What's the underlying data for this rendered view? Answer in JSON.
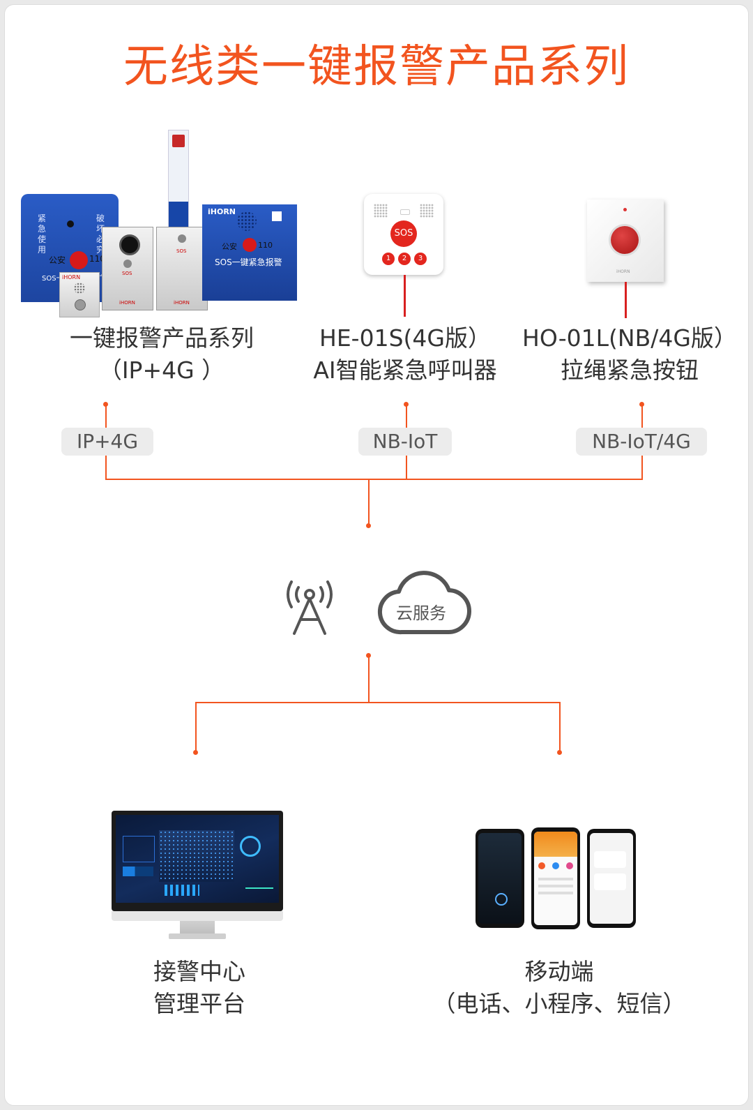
{
  "title": "无线类一键报警产品系列",
  "products": [
    {
      "line1": "一键报警产品系列",
      "line2": "（IP+4G ）"
    },
    {
      "line1": "HE-01S(4G版）",
      "line2": "AI智能紧急呼叫器"
    },
    {
      "line1": "HO-01L(NB/4G版）",
      "line2": "拉绳紧急按钮"
    }
  ],
  "networks": [
    "IP+4G",
    "NB-IoT",
    "NB-IoT/4G"
  ],
  "cloud": {
    "label": "云服务"
  },
  "product_images": {
    "blue_panel_left_text": "紧急使用",
    "blue_panel_right_text": "破坏必究",
    "blue_panel_police": "公安",
    "blue_panel_number": "110",
    "blue_panel_caption": "SOS一键报警对讲广播",
    "brand": "iHORN",
    "blue_box_police": "公安",
    "blue_box_number": "110",
    "blue_box_caption": "SOS一键紧急报警",
    "sos_button": "SOS",
    "sos_keys": [
      "1",
      "2",
      "3"
    ]
  },
  "outputs": [
    {
      "line1": "接警中心",
      "line2": "管理平台"
    },
    {
      "line1": "移动端",
      "line2": "（电话、小程序、短信）"
    }
  ],
  "colors": {
    "accent": "#f2541f",
    "pill_bg": "#ececec",
    "text": "#333333"
  }
}
